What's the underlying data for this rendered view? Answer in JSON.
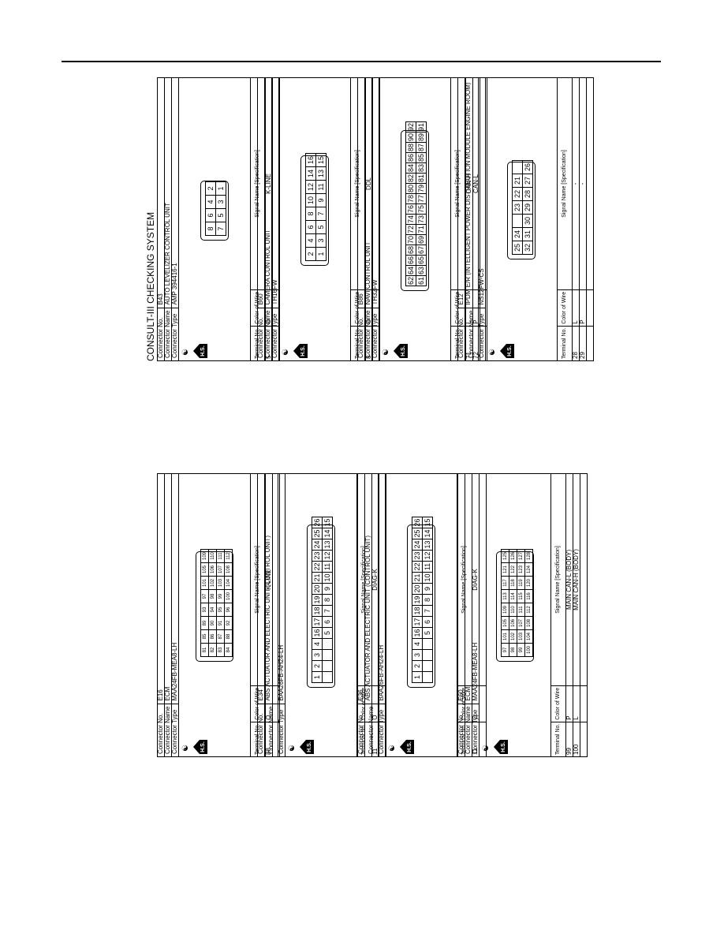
{
  "page_title": "CONSULT-III CHECKING SYSTEM",
  "labels": {
    "connector_no": "Connector No.",
    "connector_name": "Connector Name",
    "connector_type": "Connector Type",
    "hs": "H.S.",
    "terminal_no": "Terminal No.",
    "color_of_wire": "Color of Wire",
    "signal_name": "Signal Name [Specification]"
  },
  "connectors": [
    {
      "id": "c1",
      "no": "B43",
      "name": "AUTO LEVELIZER CONTROL UNIT",
      "type": "AMP 394416-1",
      "pins": [
        [
          "8",
          "6",
          "4",
          "2"
        ],
        [
          "7",
          "5",
          "3",
          "1"
        ]
      ],
      "rows": [
        {
          "terminal": "5",
          "color": "O",
          "signal": "K-LINE"
        }
      ]
    },
    {
      "id": "c2",
      "no": "B60",
      "name": "CAMERA CONTROL UNIT",
      "type": "TH16FW",
      "pins": [
        [
          "2",
          "4",
          "6",
          "8",
          "10",
          "12",
          "14",
          "16"
        ],
        [
          "1",
          "3",
          "5",
          "7",
          "9",
          "11",
          "13",
          "15"
        ]
      ],
      "rows": [
        {
          "terminal": "8",
          "color": "O",
          "signal": "DDL"
        }
      ]
    },
    {
      "id": "c3",
      "no": "B86",
      "name": "NAVI CONTROL UNIT",
      "type": "TH32FW",
      "pins": [
        [
          "62",
          "64",
          "66",
          "68",
          "70",
          "72",
          "74",
          "76",
          "78",
          "80",
          "82",
          "84",
          "86",
          "88",
          "90",
          "92"
        ],
        [
          "61",
          "63",
          "65",
          "67",
          "69",
          "71",
          "73",
          "75",
          "77",
          "79",
          "81",
          "83",
          "85",
          "87",
          "89",
          "91"
        ]
      ],
      "rows": [
        {
          "terminal": "71",
          "color": "L",
          "signal": "CAN-H"
        },
        {
          "terminal": "72",
          "color": "P",
          "signal": "CAN-L"
        }
      ]
    },
    {
      "id": "c4",
      "no": "E12",
      "name": "IPDM E/R (INTELLIGENT POWER DISTRIBUTION MODULE ENGINE ROOM)",
      "type": "NS12FW-CS",
      "pins": [
        [
          "25",
          "24",
          "",
          "23",
          "22",
          "21"
        ],
        [
          "32",
          "31",
          "30",
          "29",
          "28",
          "27",
          "26"
        ]
      ],
      "rows": [
        {
          "terminal": "28",
          "color": "L",
          "signal": "-"
        },
        {
          "terminal": "29",
          "color": "P",
          "signal": "-"
        }
      ]
    },
    {
      "id": "c5",
      "no": "E16",
      "name": "ECM",
      "type": "MAA24FB-MEA8-LH",
      "pins": [
        [
          "81",
          "85",
          "89",
          "93",
          "97",
          "101",
          "105",
          "109"
        ],
        [
          "82",
          "86",
          "90",
          "94",
          "98",
          "102",
          "106",
          "110"
        ],
        [
          "83",
          "87",
          "91",
          "95",
          "99",
          "103",
          "107",
          "111"
        ],
        [
          "84",
          "88",
          "92",
          "96",
          "100",
          "104",
          "108",
          "112"
        ]
      ],
      "rows": [
        {
          "terminal": "88",
          "color": "O",
          "signal": "K-LINE"
        }
      ]
    },
    {
      "id": "c6",
      "no": "E34",
      "name": "ABS ACTUATOR AND ELECTRIC UNIT (CONTROL UNIT)",
      "type": "BAA26FB-AH24-LH",
      "pins": [
        [
          "1",
          "2",
          "3",
          "4",
          "16",
          "17",
          "18",
          "19",
          "20",
          "21",
          "22",
          "23",
          "24",
          "25",
          "26"
        ],
        [
          "",
          "",
          "",
          "",
          "5",
          "6",
          "7",
          "8",
          "9",
          "10",
          "11",
          "12",
          "13",
          "14",
          "15"
        ]
      ],
      "rows": [
        {
          "terminal": "11",
          "color": "O",
          "signal": "DIAG-K"
        }
      ]
    },
    {
      "id": "c7",
      "no": "E36",
      "name": "ABS ACTUATOR AND ELECTRIC UNIT (CONTROL UNIT)",
      "type": "BAA26FB-AH24-LH",
      "pins": [
        [
          "1",
          "2",
          "3",
          "4",
          "16",
          "17",
          "18",
          "19",
          "20",
          "21",
          "22",
          "23",
          "24",
          "25",
          "26"
        ],
        [
          "",
          "",
          "",
          "",
          "5",
          "6",
          "7",
          "8",
          "9",
          "10",
          "11",
          "12",
          "13",
          "14",
          "15"
        ]
      ],
      "rows": [
        {
          "terminal": "11",
          "color": "O",
          "signal": "DIAG-K"
        }
      ]
    },
    {
      "id": "c8",
      "no": "E60",
      "name": "ECM",
      "type": "MAA24FB-MEA8-LH",
      "pins": [
        [
          "97",
          "101",
          "105",
          "109",
          "113",
          "117",
          "121",
          "125"
        ],
        [
          "98",
          "102",
          "106",
          "110",
          "114",
          "118",
          "122",
          "126"
        ],
        [
          "99",
          "103",
          "107",
          "111",
          "115",
          "119",
          "123",
          "127"
        ],
        [
          "100",
          "104",
          "108",
          "112",
          "116",
          "120",
          "124",
          "128"
        ]
      ],
      "rows": [
        {
          "terminal": "99",
          "color": "P",
          "signal": "MAIN CAN-L (BODY)"
        },
        {
          "terminal": "100",
          "color": "L",
          "signal": "MAIN CAN-H (BODY)"
        }
      ]
    }
  ]
}
